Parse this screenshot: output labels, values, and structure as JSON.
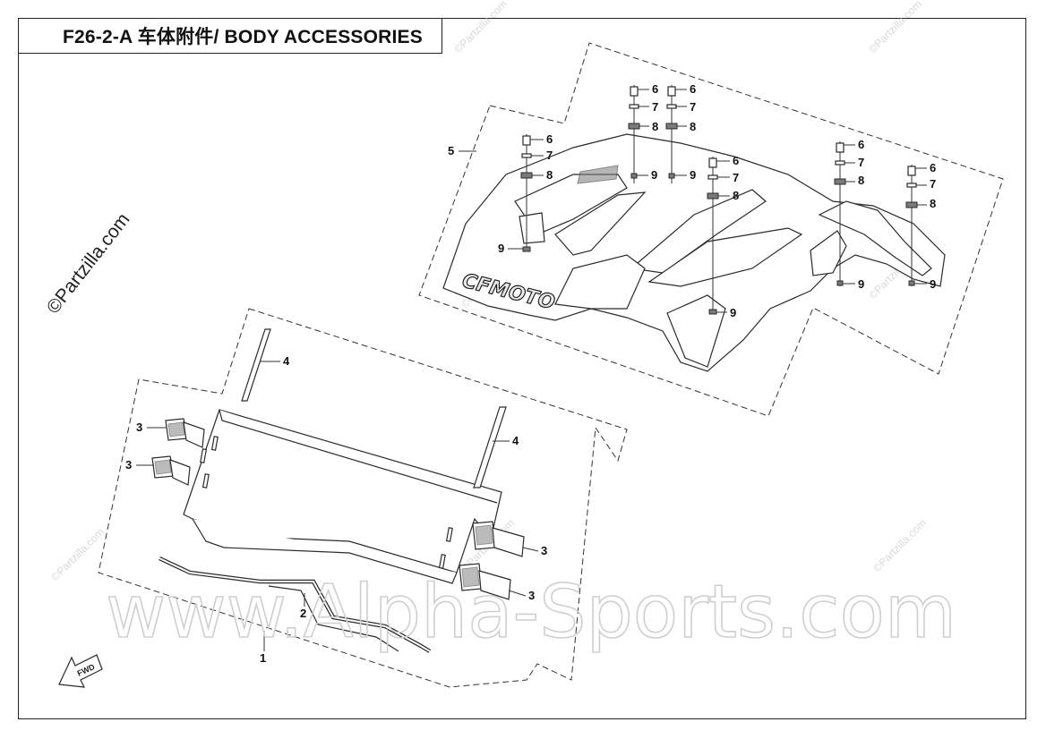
{
  "title": "F26-2-A 车体附件/ BODY ACCESSORIES",
  "hood_logo": "CFMOTO",
  "fwd_label": "FWD",
  "watermarks": {
    "main": "www.Alpha-Sports.com",
    "small": "©Partzilla.com",
    "copyright": "©Partzilla.com"
  },
  "callouts": {
    "c1": "1",
    "c2": "2",
    "c3a": "3",
    "c3b": "3",
    "c3c": "3",
    "c3d": "3",
    "c4a": "4",
    "c4b": "4",
    "c5": "5",
    "f1_6": "6",
    "f1_7": "7",
    "f1_8": "8",
    "f2_6": "6",
    "f2_7": "7",
    "f2_8": "8",
    "f3_6": "6",
    "f3_7": "7",
    "f3_8": "8",
    "f3_9": "9",
    "f4_6": "6",
    "f4_7": "7",
    "f4_8": "8",
    "f4_9": "9",
    "f5_9": "9",
    "f6_6": "6",
    "f6_7": "7",
    "f6_8": "8",
    "f6_9": "9",
    "f7_6": "6",
    "f7_7": "7",
    "f7_8": "8",
    "f7_9": "9",
    "f8_9": "9"
  }
}
